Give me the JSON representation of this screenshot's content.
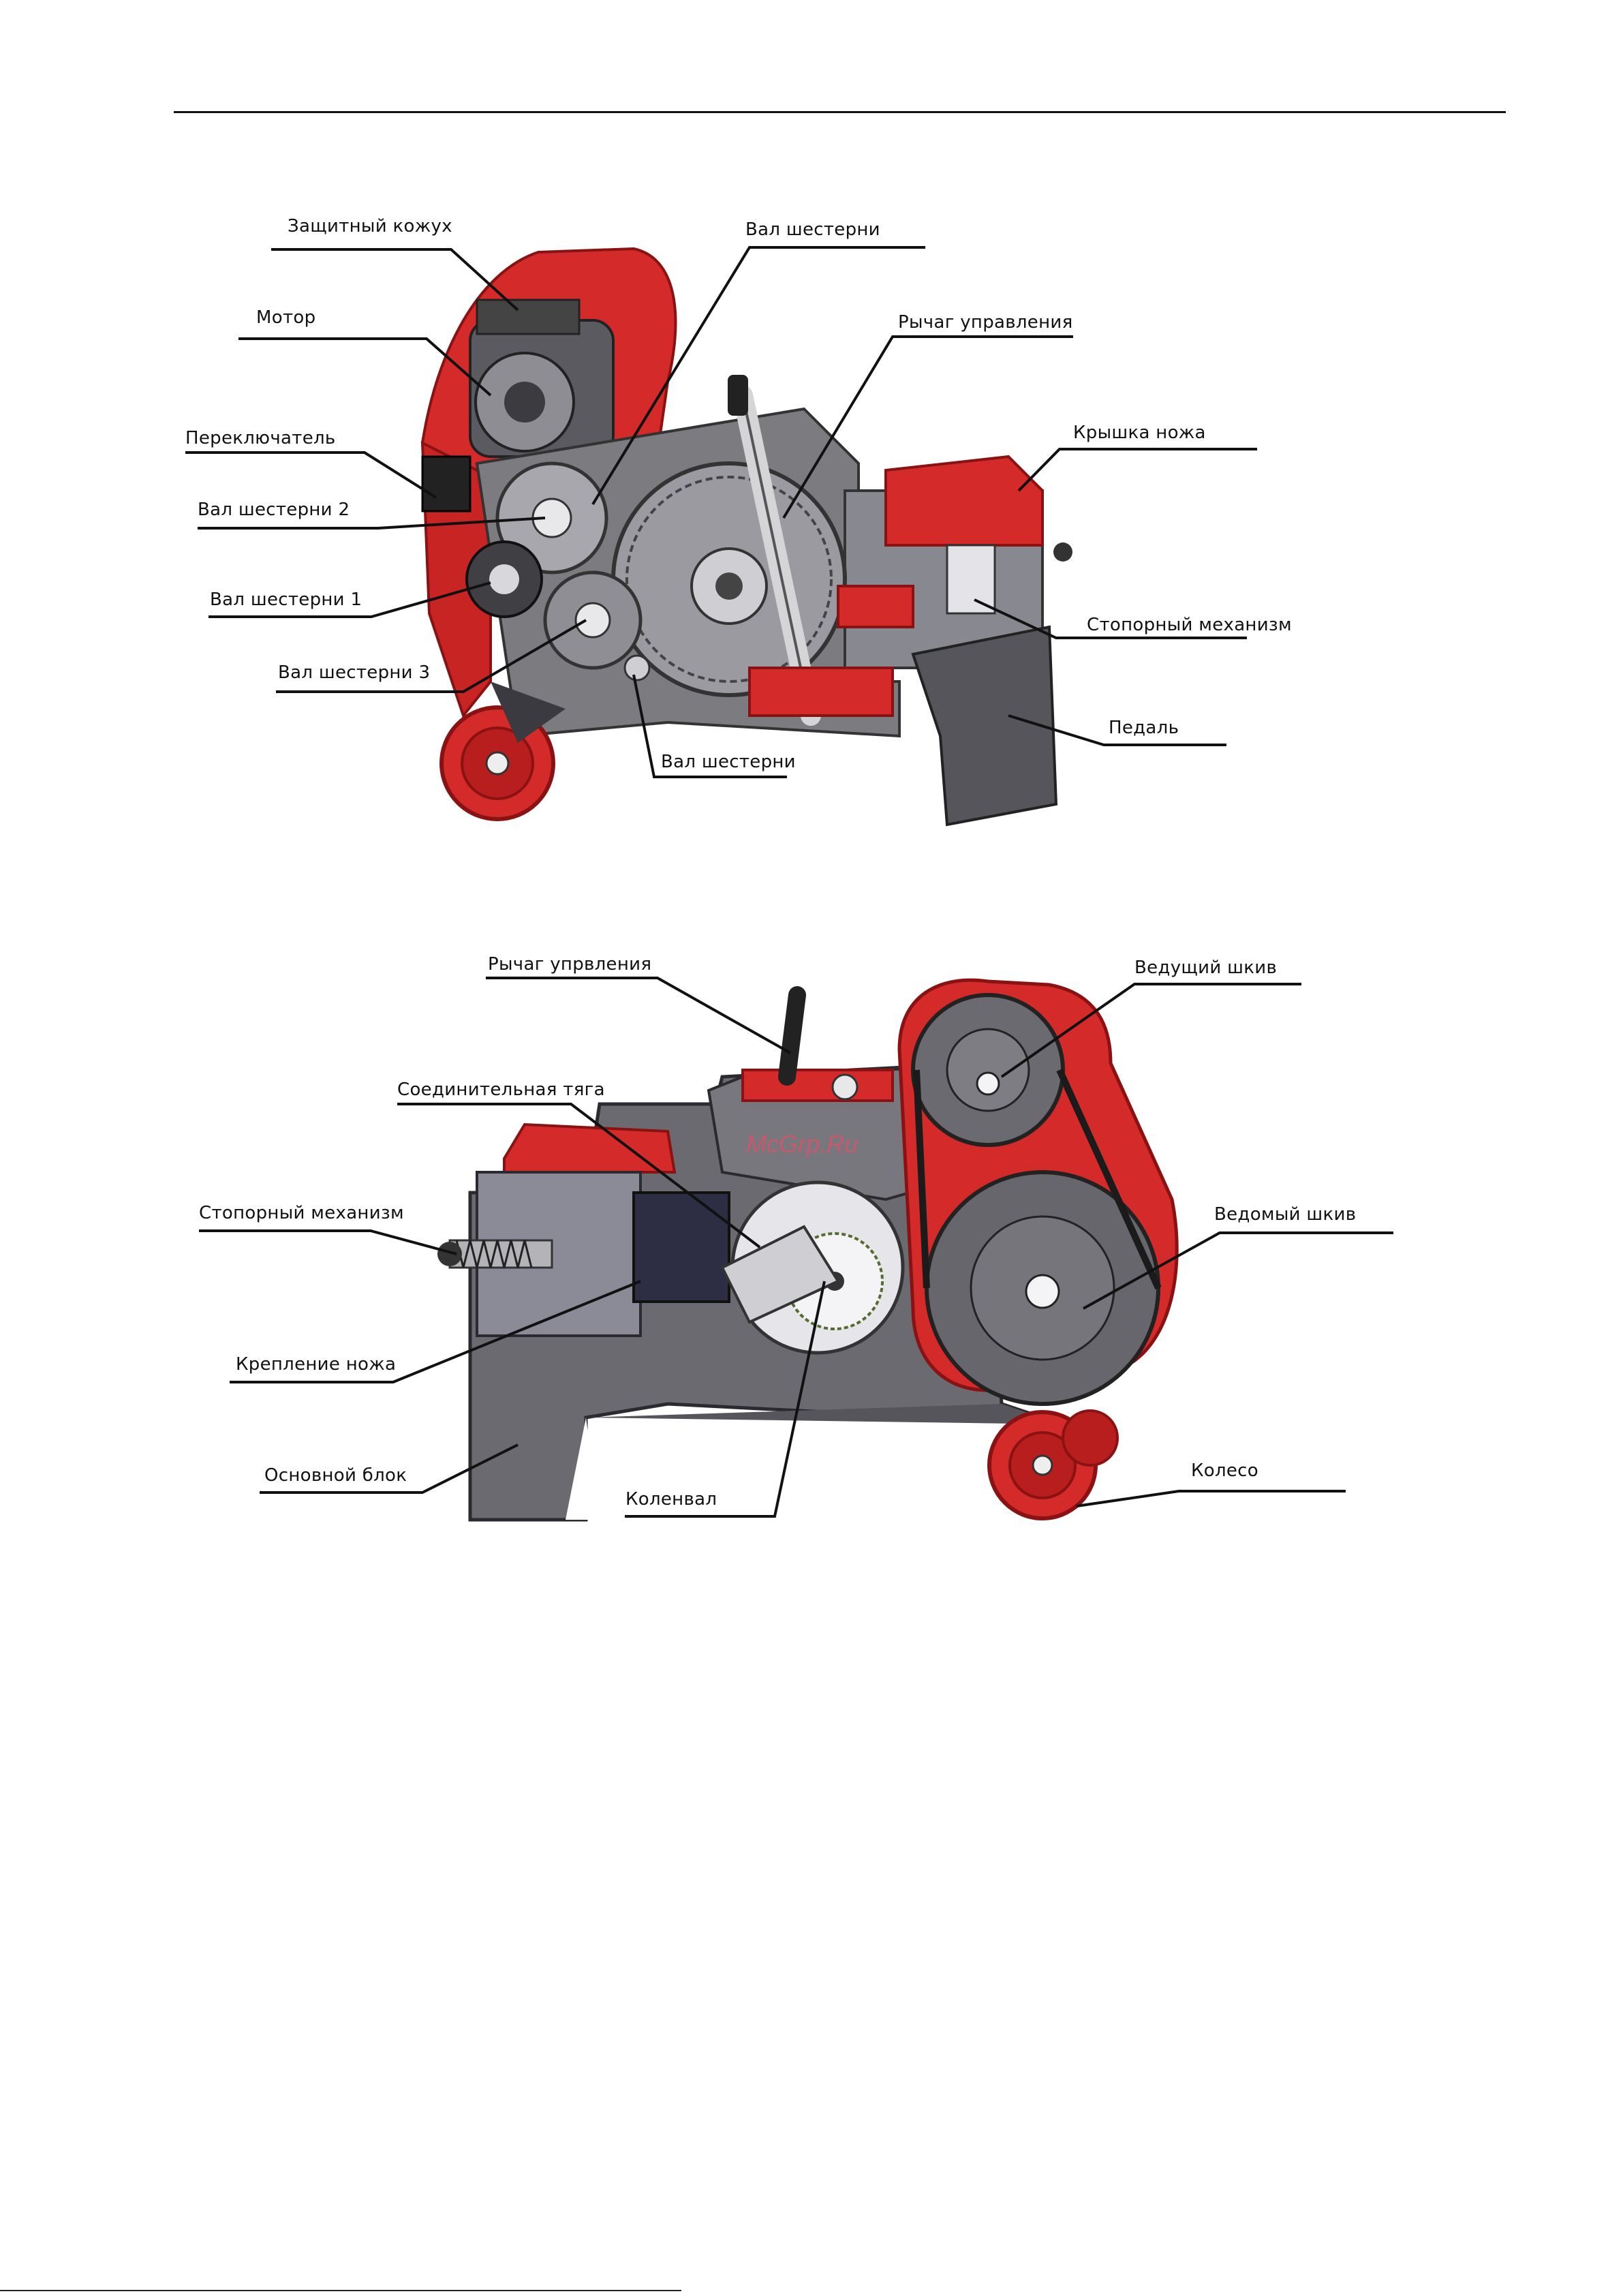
{
  "figure1": {
    "labels": {
      "zashchitny_kozhukh": "Защитный кожух",
      "motor": "Мотор",
      "pereklyuchatel": "Переключатель",
      "val_shesterni_2": "Вал шестерни 2",
      "val_shesterni_1": "Вал шестерни 1",
      "val_shesterni_3": "Вал шестерни 3",
      "val_shesterni_top": "Вал шестерни",
      "rychag_upravleniya": "Рычаг управления",
      "kryshka_nozha": "Крышка ножа",
      "stoporny_mekhanizm": "Стопорный механизм",
      "pedal": "Педаль",
      "val_shesterni_bottom": "Вал шестерни"
    }
  },
  "figure2": {
    "labels": {
      "rychag_upravleniya": "Рычаг упрвления",
      "soedinitelnaya_tyaga": "Соединительная тяга",
      "stoporny_mekhanizm": "Стопорный механизм",
      "kreplenie_nozha": "Крепление ножа",
      "osnovnoy_blok": "Основной блок",
      "kolenval": "Коленвал",
      "vedushchiy_shkiv": "Ведущий шкив",
      "vedomy_shkiv": "Ведомый шкив",
      "koleso": "Колесо"
    },
    "watermark": "McGrp.Ru"
  },
  "colors": {
    "red": "#d42a2a",
    "dark_red": "#a51818",
    "gray": "#6e6e72",
    "dark_gray": "#45454a",
    "light_gray": "#b9b9bd"
  }
}
